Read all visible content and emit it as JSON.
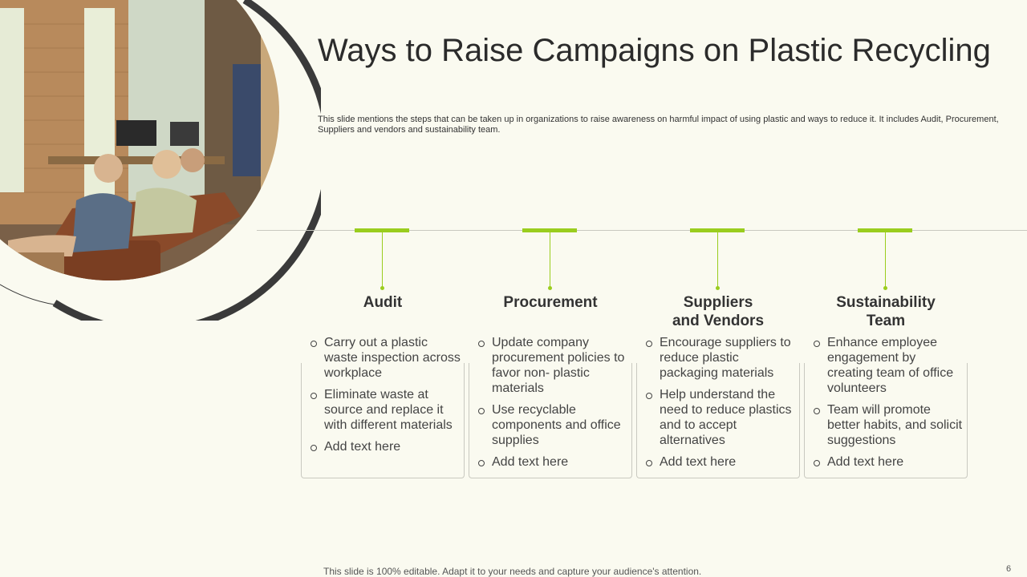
{
  "title": "Ways to Raise Campaigns on Plastic Recycling",
  "subtitle": "This slide mentions the steps that can be taken up in organizations to raise awareness on harmful impact of using plastic and ways to reduce it. It includes Audit, Procurement, Suppliers and vendors and sustainability team.",
  "accent_color": "#9acd1e",
  "columns": [
    {
      "heading": "Audit",
      "items": [
        "Carry out a plastic waste inspection across workplace",
        "Eliminate waste at source and replace it with different materials",
        "Add text here"
      ]
    },
    {
      "heading": "Procurement",
      "items": [
        "Update company procurement policies to favor non- plastic materials",
        "Use recyclable components and office supplies",
        "Add text here"
      ]
    },
    {
      "heading": "Suppliers and Vendors",
      "items": [
        "Encourage suppliers to reduce plastic packaging materials",
        "Help understand the need to reduce plastics and to accept alternatives",
        "Add text here"
      ]
    },
    {
      "heading": "Sustainability Team",
      "items": [
        "Enhance employee engagement by creating team of office volunteers",
        "Team will promote better habits, and solicit suggestions",
        "Add text here"
      ]
    }
  ],
  "footer": "This slide is 100% editable. Adapt it to your needs and capture your audience's attention.",
  "page_number": "6"
}
